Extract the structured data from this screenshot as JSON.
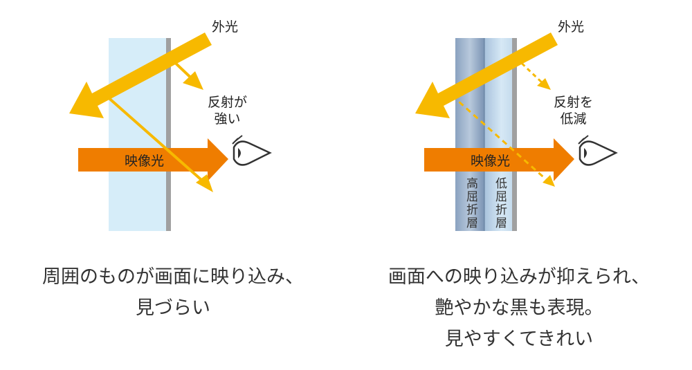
{
  "left": {
    "outside_light": "外光",
    "reflection_label": "反射が\n強い",
    "image_light": "映像光",
    "caption": [
      "周囲のものが画面に映り込み、",
      "見づらい"
    ]
  },
  "right": {
    "outside_light": "外光",
    "reflection_label": "反射を\n低減",
    "image_light": "映像光",
    "layer_high": "高屈折層",
    "layer_low": "低屈折層",
    "caption": [
      "画面への映り込みが抑えられ、",
      "艶やかな黒も表現。",
      "見やすくてきれい"
    ]
  },
  "colors": {
    "glass": "#d6edf9",
    "screen_edge": "#a0a0a0",
    "high_index_top": "#7a93b3",
    "low_index": "#bfd9ee",
    "outside_light": "#f7b900",
    "image_light": "#ef7d00"
  }
}
